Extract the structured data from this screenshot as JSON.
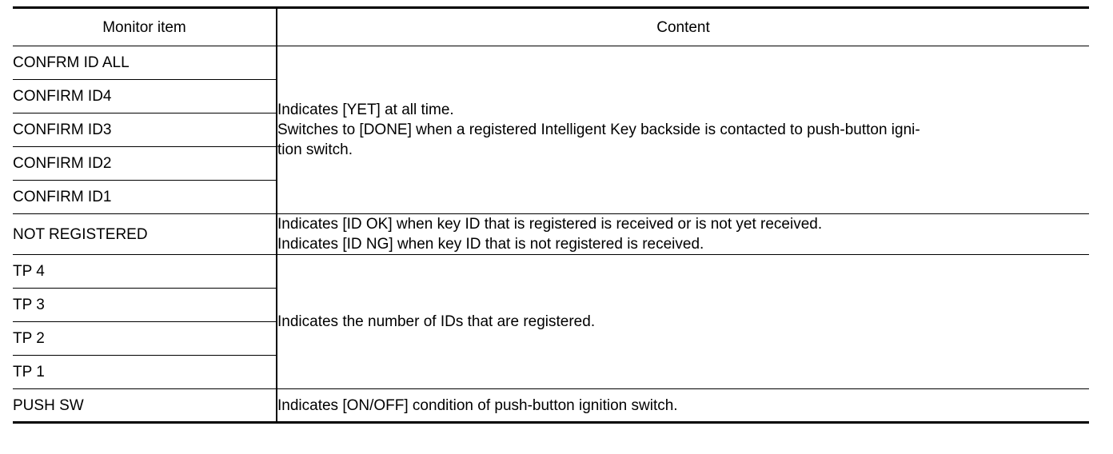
{
  "table": {
    "headers": {
      "monitor_item": "Monitor item",
      "content": "Content"
    },
    "groups": [
      {
        "items": [
          "CONFRM ID ALL",
          "CONFIRM ID4",
          "CONFIRM ID3",
          "CONFIRM ID2",
          "CONFIRM ID1"
        ],
        "content_lines": [
          "Indicates [YET] at all time.",
          "Switches to [DONE] when a registered Intelligent Key backside is contacted to push-button igni-",
          "tion switch."
        ]
      },
      {
        "items": [
          "NOT REGISTERED"
        ],
        "content_lines": [
          "Indicates [ID OK] when key ID that is registered is received or is not yet received.",
          "Indicates [ID NG] when key ID that is not registered is received."
        ]
      },
      {
        "items": [
          "TP 4",
          "TP 3",
          "TP 2",
          "TP 1"
        ],
        "content_lines": [
          "Indicates the number of IDs that are registered."
        ]
      },
      {
        "items": [
          "PUSH SW"
        ],
        "content_lines": [
          "Indicates [ON/OFF] condition of push-button ignition switch."
        ]
      }
    ]
  }
}
